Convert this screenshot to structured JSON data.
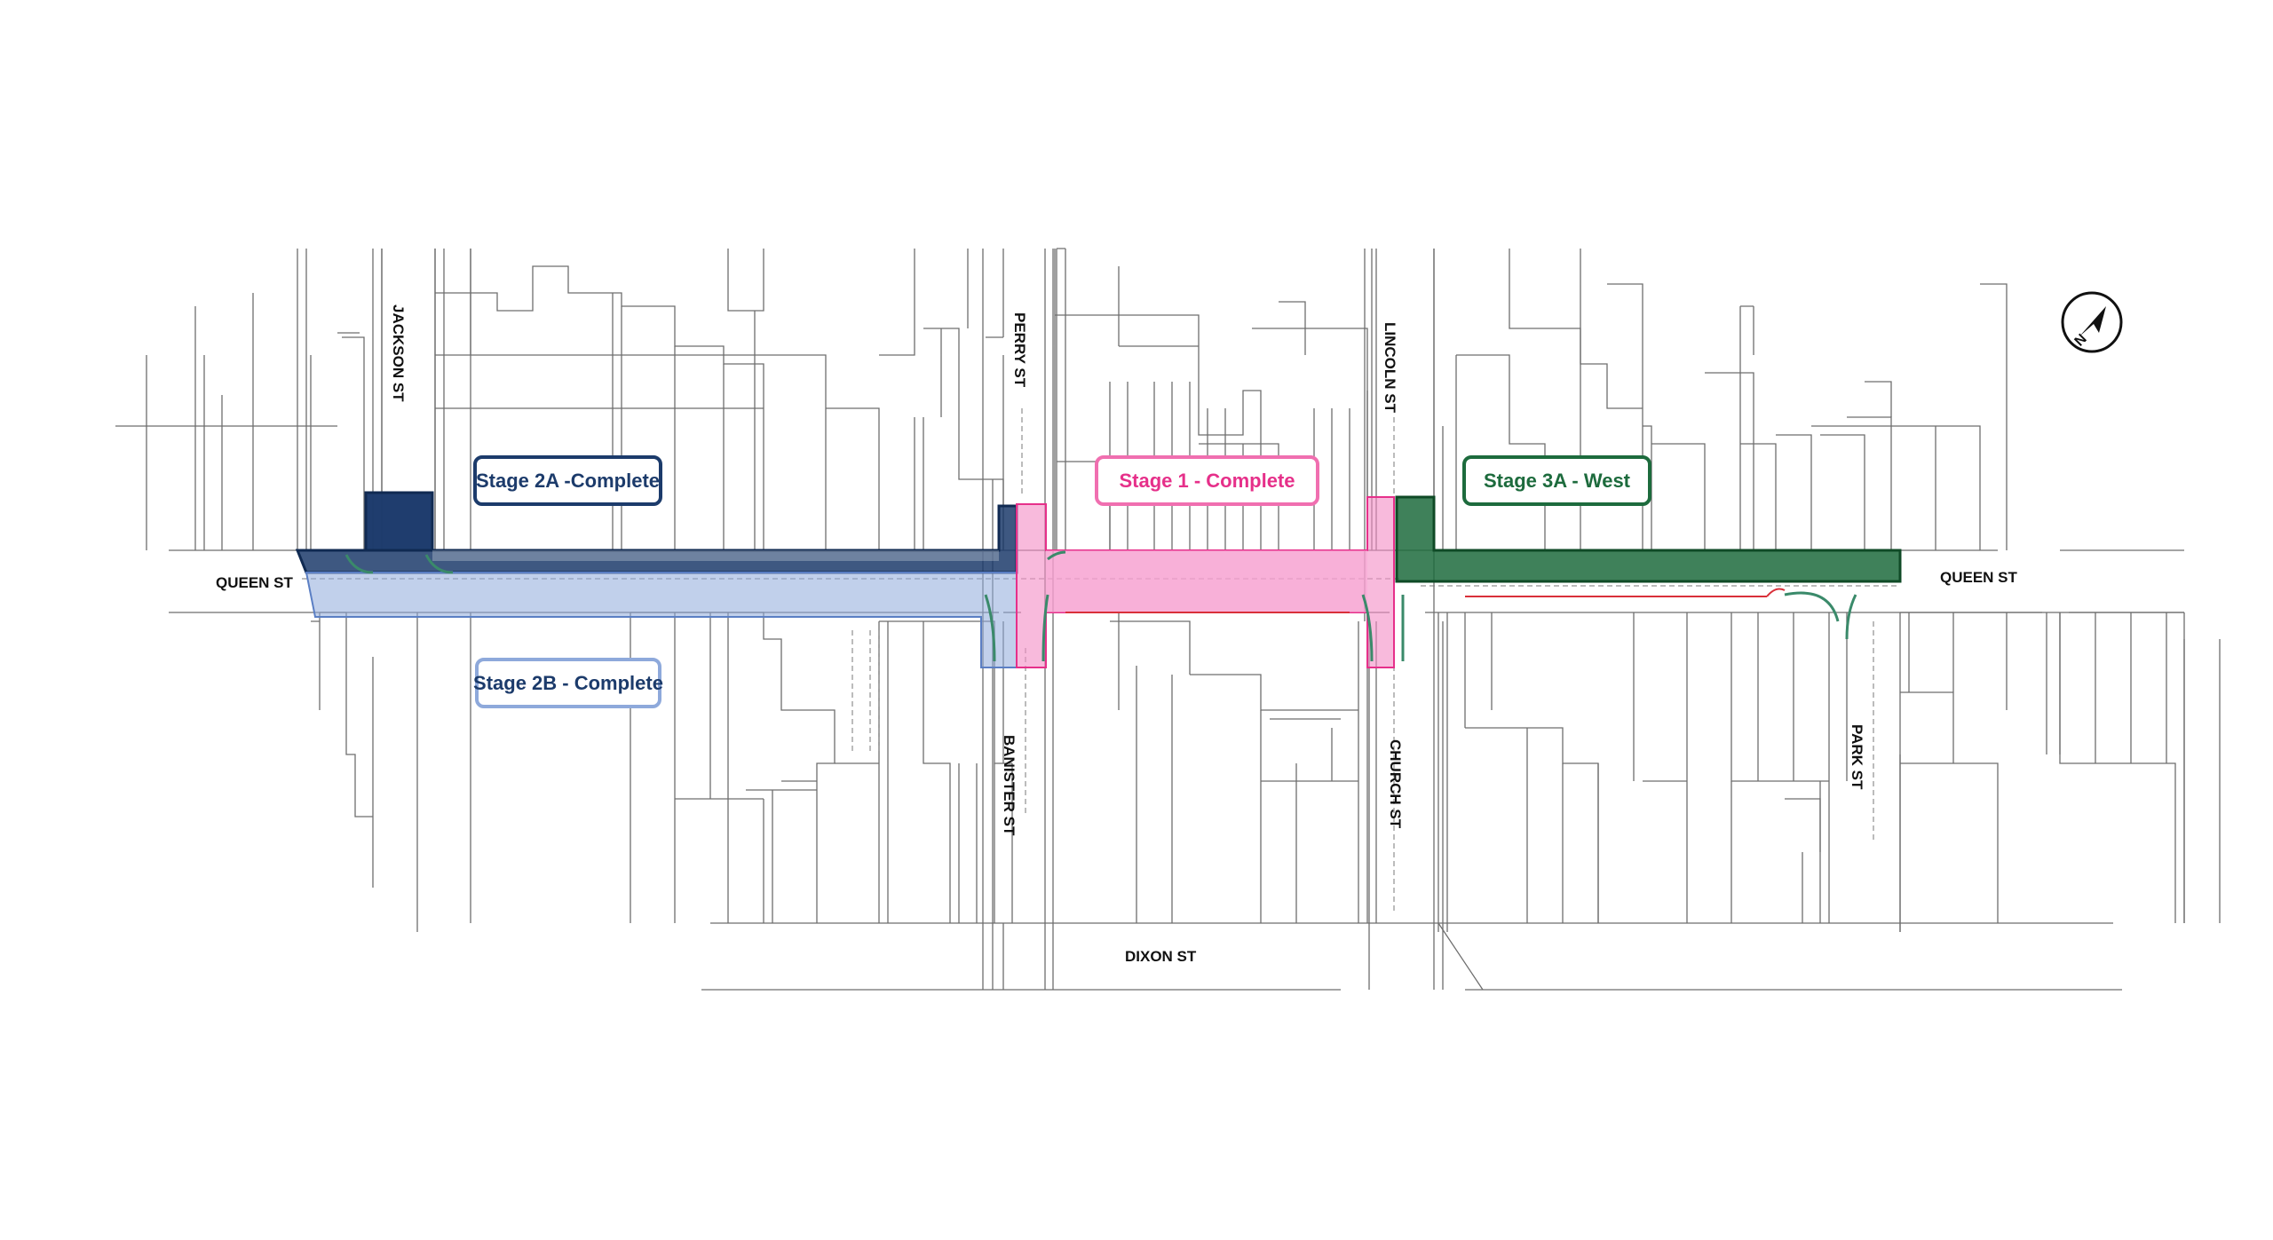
{
  "streets": {
    "queen_west": "QUEEN ST",
    "queen_east": "QUEEN ST",
    "jackson": "JACKSON ST",
    "perry": "PERRY ST",
    "lincoln": "LINCOLN ST",
    "banister": "BANISTER ST",
    "church": "CHURCH ST",
    "park": "PARK ST",
    "dixon": "DIXON ST"
  },
  "stages": {
    "stage_2a": {
      "name": "Stage 2A -",
      "status": "Complete",
      "color": "#1c3b6b"
    },
    "stage_2b": {
      "name": "Stage 2B - ",
      "status": "Complete",
      "color": "#1c3b6b",
      "border_color": "#8ea9db"
    },
    "stage_1": {
      "name": "Stage 1 - ",
      "status": "Complete",
      "color": "#e6308a"
    },
    "stage_3a": {
      "name": "Stage 3A - West",
      "status": "",
      "color": "#1d6b3d"
    }
  },
  "north_arrow": {
    "label": "N",
    "icon": "north-arrow-icon"
  }
}
